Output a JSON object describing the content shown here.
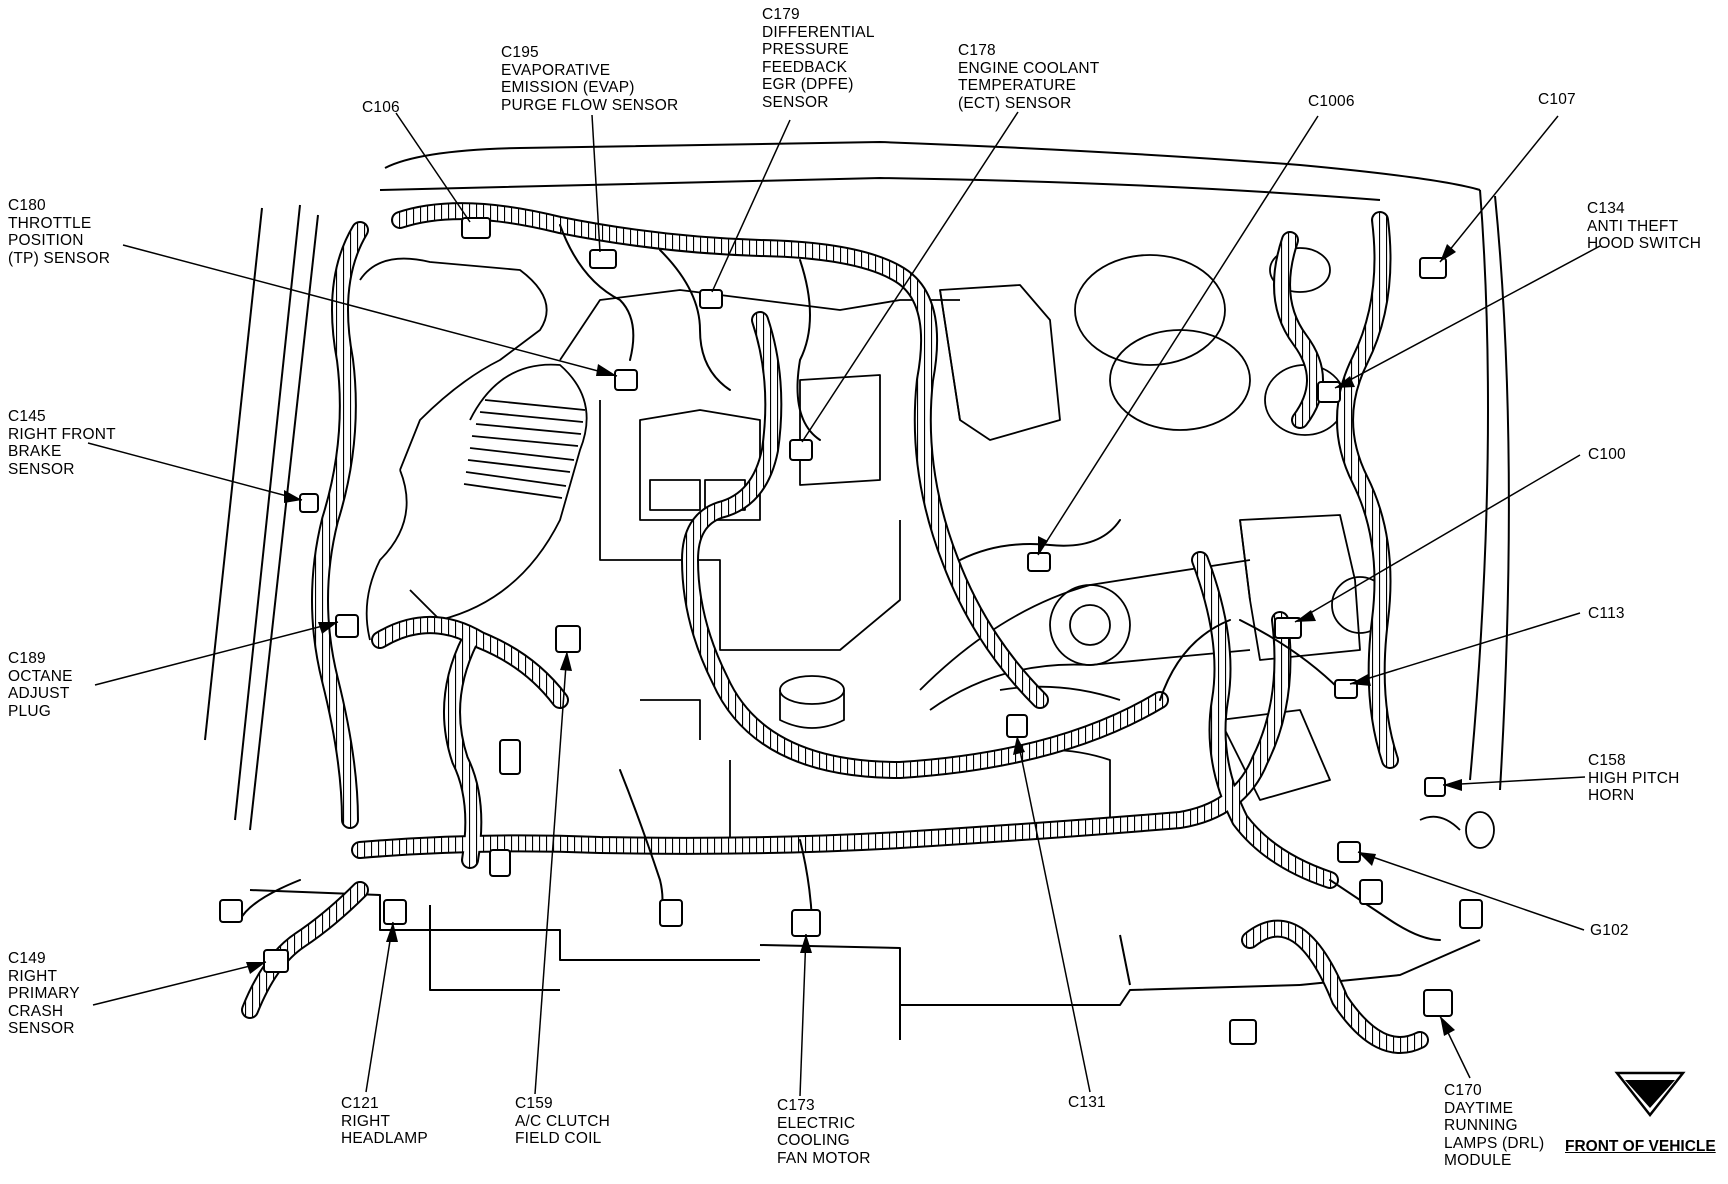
{
  "diagram": {
    "labels": {
      "c106": [
        "C106"
      ],
      "c195": [
        "C195",
        "EVAPORATIVE",
        "EMISSION (EVAP)",
        "PURGE FLOW SENSOR"
      ],
      "c179": [
        "C179",
        "DIFFERENTIAL",
        "PRESSURE",
        "FEEDBACK",
        "EGR (DPFE)",
        "SENSOR"
      ],
      "c178": [
        "C178",
        "ENGINE COOLANT",
        "TEMPERATURE",
        "(ECT) SENSOR"
      ],
      "c1006": [
        "C1006"
      ],
      "c107": [
        "C107"
      ],
      "c180": [
        "C180",
        "THROTTLE",
        "POSITION",
        "(TP) SENSOR"
      ],
      "c134": [
        "C134",
        "ANTI THEFT",
        "HOOD SWITCH"
      ],
      "c145": [
        "C145",
        "RIGHT FRONT",
        "BRAKE",
        "SENSOR"
      ],
      "c100": [
        "C100"
      ],
      "c113": [
        "C113"
      ],
      "c189": [
        "C189",
        "OCTANE",
        "ADJUST",
        "PLUG"
      ],
      "c158": [
        "C158",
        "HIGH PITCH",
        "HORN"
      ],
      "g102": [
        "G102"
      ],
      "c149": [
        "C149",
        "RIGHT",
        "PRIMARY",
        "CRASH",
        "SENSOR"
      ],
      "c121": [
        "C121",
        "RIGHT",
        "HEADLAMP"
      ],
      "c159": [
        "C159",
        "A/C CLUTCH",
        "FIELD COIL"
      ],
      "c173": [
        "C173",
        "ELECTRIC",
        "COOLING",
        "FAN MOTOR"
      ],
      "c131": [
        "C131"
      ],
      "c170": [
        "C170",
        "DAYTIME",
        "RUNNING",
        "LAMPS (DRL)",
        "MODULE"
      ]
    },
    "front_of_vehicle": "FRONT OF VEHICLE",
    "ink_color": "#000000",
    "paper_color": "#ffffff"
  }
}
